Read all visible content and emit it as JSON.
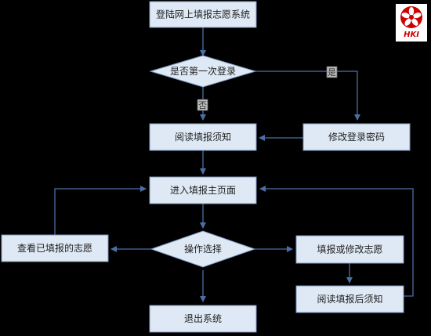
{
  "nodes": {
    "login": "登陆网上填报志愿系统",
    "first_login": "是否第一次登录",
    "read_notice": "阅读填报须知",
    "change_password": "修改登录密码",
    "main_page": "进入填报主页面",
    "operation": "操作选择",
    "view_wishes": "查看已填报的志愿",
    "fill_wishes": "填报或修改志愿",
    "read_after_notice": "阅读填报后须知",
    "exit": "退出系统"
  },
  "edge_labels": {
    "yes": "是",
    "no": "否"
  },
  "logo": {
    "text": "HKI"
  },
  "colors": {
    "background": "#000000",
    "box_fill": "#dfe9f5",
    "box_stroke": "#7a96bf",
    "arrow": "#4a6fa5",
    "logo_red": "#cc0000"
  }
}
